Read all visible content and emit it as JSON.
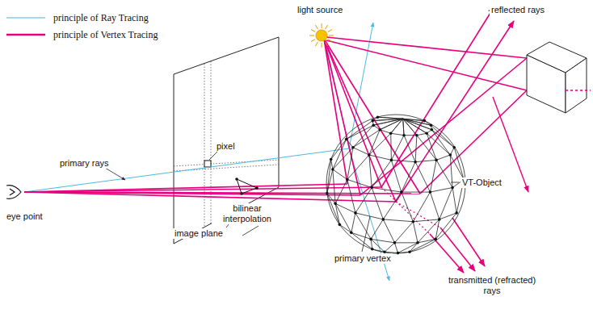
{
  "diagram": {
    "labels": [
      "light source",
      "reflected rays",
      "pixel",
      "primary rays",
      "VT-Object",
      "bilinear interpolation",
      "eye point",
      "image plane",
      "primary vertex",
      "transmitted (refracted) rays"
    ],
    "legend": [
      {
        "text": "principle of Ray Tracing"
      },
      {
        "text": "principle of Vertex Tracing"
      }
    ]
  }
}
